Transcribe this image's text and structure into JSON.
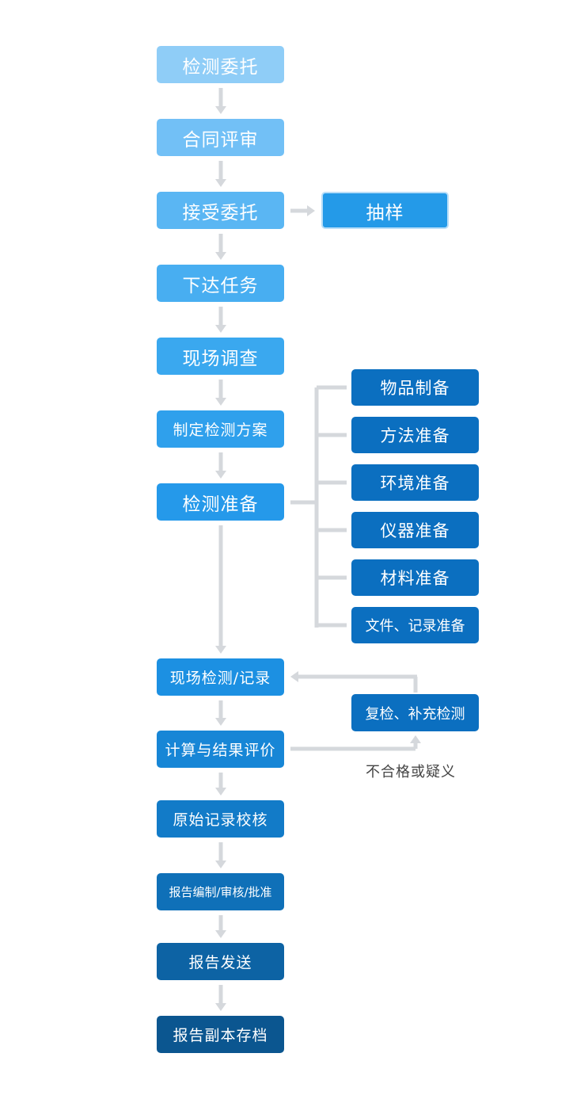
{
  "flow": {
    "steps": [
      {
        "label": "检测委托",
        "color": "#8fcdf7"
      },
      {
        "label": "合同评审",
        "color": "#72c0f6"
      },
      {
        "label": "接受委托",
        "color": "#5ab6f3"
      },
      {
        "label": "下达任务",
        "color": "#48aef1"
      },
      {
        "label": "现场调查",
        "color": "#3aa8ef"
      },
      {
        "label": "制定检测方案",
        "color": "#2fa0ec"
      },
      {
        "label": "检测准备",
        "color": "#2599ea"
      },
      {
        "label": "现场检测/记录",
        "color": "#1c90e2"
      },
      {
        "label": "计算与结果评价",
        "color": "#1786d6"
      },
      {
        "label": "原始记录校核",
        "color": "#127bc8"
      },
      {
        "label": "报告编制/审核/批准",
        "color": "#0f70b8"
      },
      {
        "label": "报告发送",
        "color": "#0d63a4"
      },
      {
        "label": "报告副本存档",
        "color": "#0b5690"
      }
    ],
    "sampling": {
      "label": "抽样",
      "color": "#249ae8"
    },
    "preparation_items": [
      {
        "label": "物品制备",
        "color": "#0b6fc0"
      },
      {
        "label": "方法准备",
        "color": "#0b6fc0"
      },
      {
        "label": "环境准备",
        "color": "#0b6fc0"
      },
      {
        "label": "仪器准备",
        "color": "#0b6fc0"
      },
      {
        "label": "材料准备",
        "color": "#0b6fc0"
      },
      {
        "label": "文件、记录准备",
        "color": "#0b6fc0"
      }
    ],
    "recheck": {
      "label": "复检、补充检测",
      "color": "#0b6fc0"
    },
    "loop_note": "不合格或疑义",
    "connector_color": "#d5d8dc"
  }
}
